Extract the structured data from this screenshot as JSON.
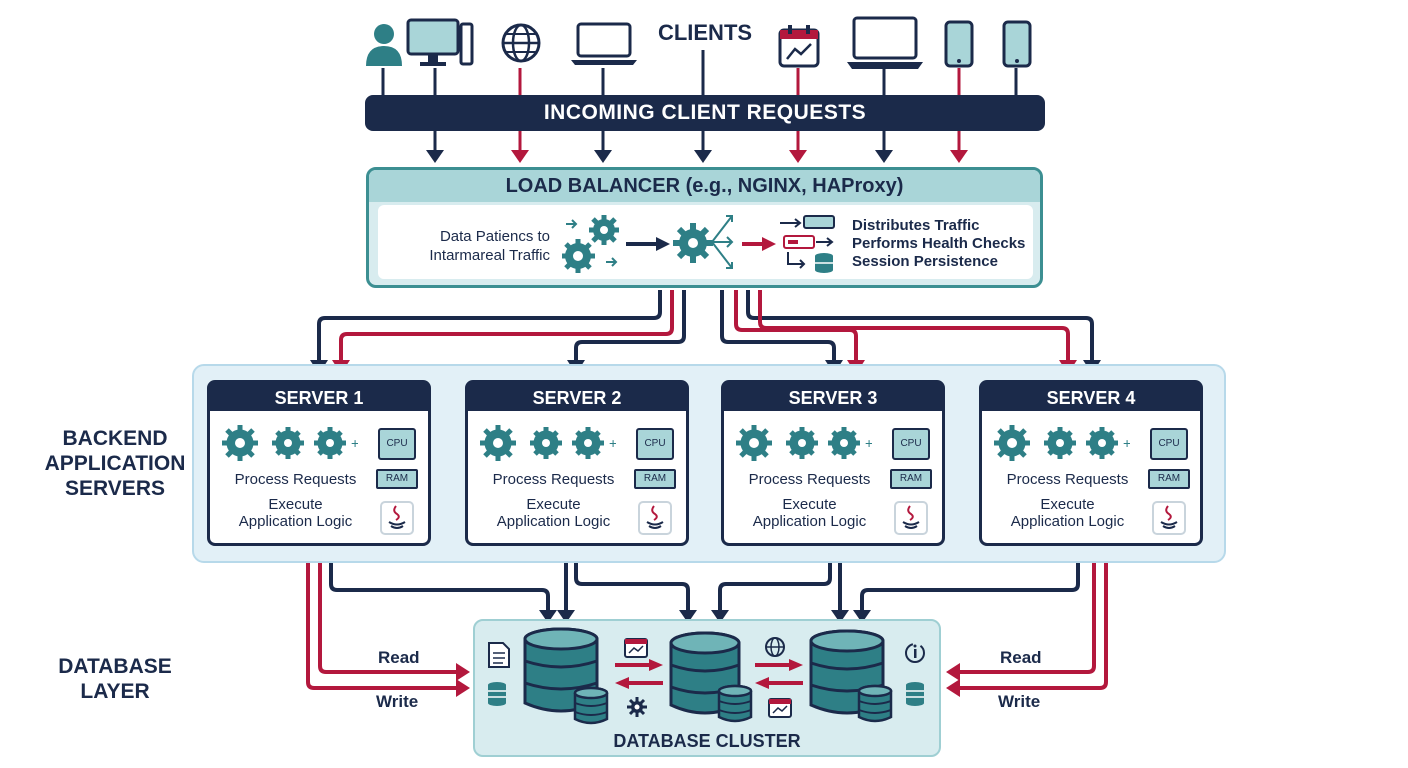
{
  "clients": {
    "title": "CLIENTS",
    "icons": [
      "user-icon",
      "desktop-icon",
      "globe-icon",
      "laptop-icon",
      "calendar-chart-icon",
      "laptop-icon",
      "tablet-icon",
      "phone-icon"
    ]
  },
  "incoming": {
    "label": "INCOMING CLIENT REQUESTS"
  },
  "load_balancer": {
    "title": "LOAD BALANCER (e.g., NGINX, HAProxy)",
    "left_text": [
      "Data Patiencs to",
      "Intarmareal Traffic"
    ],
    "features": [
      "Distributes Traffic",
      "Performs Health Checks",
      "Session Persistence"
    ]
  },
  "backend": {
    "label_lines": [
      "BACKEND",
      "APPLICATION",
      "SERVERS"
    ],
    "servers": [
      {
        "name": "SERVER 1",
        "line1": "Process Requests",
        "line2": "Execute",
        "line3": "Application Logic",
        "cpu": "CPU",
        "ram": "RAM"
      },
      {
        "name": "SERVER 2",
        "line1": "Process Requests",
        "line2": "Execute",
        "line3": "Application Logic",
        "cpu": "CPU",
        "ram": "RAM"
      },
      {
        "name": "SERVER 3",
        "line1": "Process Requests",
        "line2": "Execute",
        "line3": "Application Logic",
        "cpu": "CPU",
        "ram": "RAM"
      },
      {
        "name": "SERVER 4",
        "line1": "Process Requests",
        "line2": "Execute",
        "line3": "Application Logic",
        "cpu": "CPU",
        "ram": "RAM"
      }
    ]
  },
  "database": {
    "label_lines": [
      "DATABASE",
      "LAYER"
    ],
    "cluster_title": "DATABASE CLUSTER",
    "read_left": "Read",
    "write_left": "Write",
    "read_right": "Read",
    "write_right": "Write"
  },
  "colors": {
    "navy": "#1b2a4a",
    "crimson": "#b3183d",
    "teal": "#2e7f86",
    "light_teal": "#d8ecef"
  }
}
